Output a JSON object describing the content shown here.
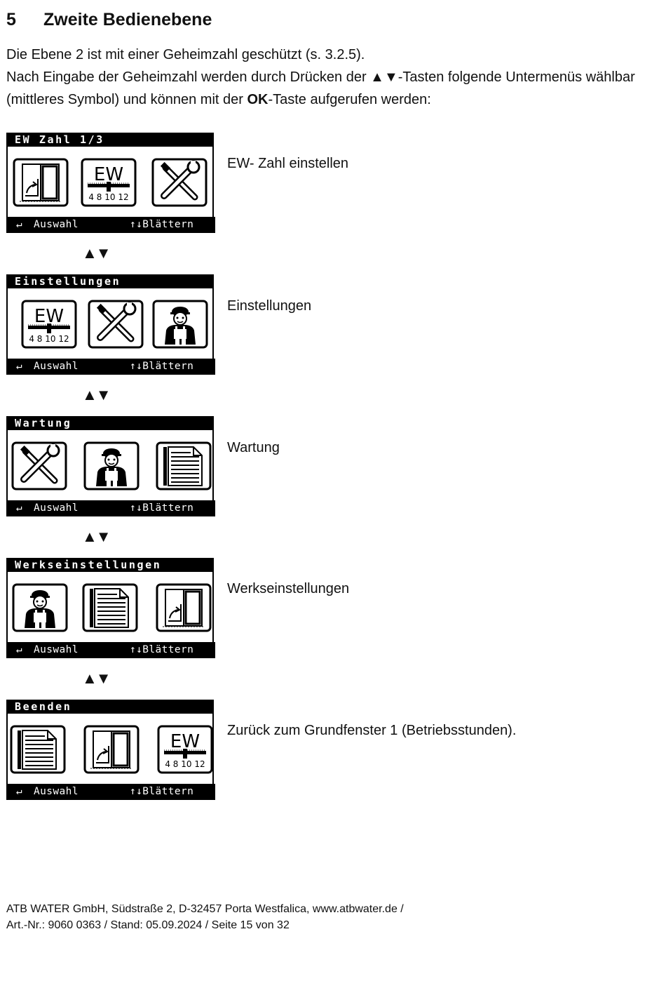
{
  "heading": {
    "number": "5",
    "title": "Zweite Bedienebene"
  },
  "intro": {
    "line1": "Die Ebene 2 ist mit einer Geheimzahl geschützt (s. 3.2.5).",
    "line2_a": "Nach Eingabe der Geheimzahl werden durch Drücken der ",
    "keys": "▲▼",
    "line2_b": "-Tasten folgende Untermenüs wählbar (mittleres Symbol) und können mit der ",
    "ok": "OK",
    "line2_c": "-Taste aufgerufen werden:"
  },
  "footer_bar": {
    "select": "Auswahl",
    "scroll": "↑↓Blättern",
    "enter_icon": "enter-icon"
  },
  "nav_arrows": "▲▼",
  "screens": [
    {
      "title": "EW Zahl 1/3",
      "icons": [
        "door-icon",
        "ew-scale-icon",
        "tools-icon"
      ],
      "description": "EW- Zahl einstellen"
    },
    {
      "title": "Einstellungen",
      "icons": [
        "ew-scale-icon",
        "tools-icon",
        "technician-icon"
      ],
      "description": "Einstellungen"
    },
    {
      "title": "Wartung",
      "icons": [
        "tools-icon",
        "technician-icon",
        "document-icon"
      ],
      "description": "Wartung"
    },
    {
      "title": "Werkseinstellungen",
      "icons": [
        "technician-icon",
        "document-icon",
        "door-icon"
      ],
      "description": "Werkseinstellungen"
    },
    {
      "title": "Beenden",
      "icons": [
        "document-icon",
        "door-icon",
        "ew-scale-icon"
      ],
      "description": "Zurück zum Grundfenster 1 (Betriebsstunden)."
    }
  ],
  "icon_text": {
    "ew": "EW",
    "scale": "4 8 10 12"
  },
  "footer": {
    "line1": "ATB WATER GmbH, Südstraße 2, D-32457 Porta Westfalica, www.atbwater.de /",
    "line2": "Art.-Nr.: 9060 0363 / Stand: 05.09.2024 / Seite 15 von 32"
  }
}
